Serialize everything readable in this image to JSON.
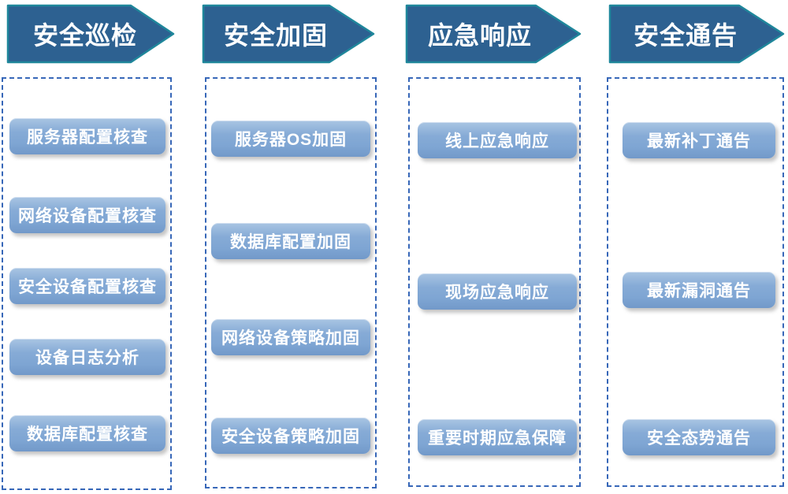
{
  "diagram": {
    "title": "security-services-overview",
    "columns": [
      {
        "header": "安全巡检",
        "items": [
          "服务器配置核查",
          "网络设备配置核查",
          "安全设备配置核查",
          "设备日志分析",
          "数据库配置核查"
        ]
      },
      {
        "header": "安全加固",
        "items": [
          "服务器OS加固",
          "数据库配置加固",
          "网络设备策略加固",
          "安全设备策略加固"
        ]
      },
      {
        "header": "应急响应",
        "items": [
          "线上应急响应",
          "现场应急响应",
          "重要时期应急保障"
        ]
      },
      {
        "header": "安全通告",
        "items": [
          "最新补丁通告",
          "最新漏洞通告",
          "安全态势通告"
        ]
      }
    ],
    "colors": {
      "arrow_fill": "#2d6191",
      "arrow_outline": "#1f879b",
      "panel_dashed_border": "#3767b8",
      "button_fill": "#7ea5d3",
      "button_fill_highlight": "#a9c5e3",
      "text_on_shapes": "#ffffff",
      "background": "#ffffff"
    }
  }
}
